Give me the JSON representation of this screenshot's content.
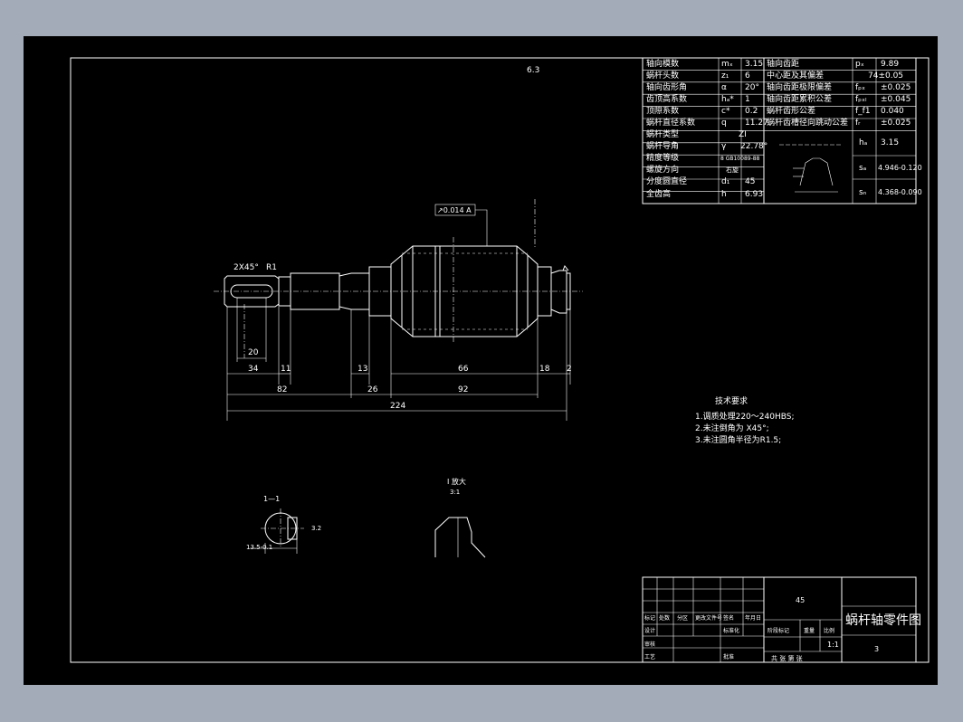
{
  "drawing": {
    "title": "蜗杆轴零件图",
    "material": "45",
    "scale": "1:1",
    "sheet_number": "3",
    "sheets": "共 张    第 张",
    "tech_req_title": "技术要求",
    "tech_req": [
      "1.调质处理220～240HBS;",
      "2.未注倒角为 X45°;",
      "3.未注圆角半径为R1.5;"
    ]
  },
  "param_table": {
    "left": [
      {
        "label": "轴向模数",
        "sym": "mₓ",
        "value": "3.15"
      },
      {
        "label": "蜗杆头数",
        "sym": "z₁",
        "value": "6"
      },
      {
        "label": "轴向齿形角",
        "sym": "α",
        "value": "20°"
      },
      {
        "label": "齿顶高系数",
        "sym": "hₐ*",
        "value": "1"
      },
      {
        "label": "顶隙系数",
        "sym": "c*",
        "value": "0.2"
      },
      {
        "label": "蜗杆直径系数",
        "sym": "q",
        "value": "11.27"
      },
      {
        "label": "蜗杆类型",
        "sym": "",
        "value": "ZI"
      },
      {
        "label": "蜗杆导角",
        "sym": "γ",
        "value": "22.78°"
      },
      {
        "label": "精度等级",
        "sym": "",
        "value": "8 GB10089-88"
      },
      {
        "label": "螺旋方向",
        "sym": "",
        "value": "右旋"
      },
      {
        "label": "分度圆直径",
        "sym": "d₁",
        "value": "45"
      },
      {
        "label": "全齿高",
        "sym": "h",
        "value": "6.93"
      }
    ],
    "right": [
      {
        "label": "轴向齿距",
        "sym": "pₓ",
        "value": "9.89"
      },
      {
        "label": "中心距及其偏差",
        "sym": "",
        "value": "74±0.05"
      },
      {
        "label": "轴向齿距极限偏差",
        "sym": "fₚₓ",
        "value": "±0.025"
      },
      {
        "label": "轴向齿距累积公差",
        "sym": "fₚₓₗ",
        "value": "±0.045"
      },
      {
        "label": "蜗杆齿形公差",
        "sym": "f_f1",
        "value": "0.040"
      },
      {
        "label": "蜗杆齿槽径向跳动公差",
        "sym": "fᵣ",
        "value": "±0.025"
      }
    ],
    "lower": [
      {
        "sym": "hₐ",
        "value": "3.15"
      },
      {
        "sym": "sₐ",
        "value": "4.946-0.120"
      },
      {
        "sym": "sₙ",
        "value": "4.368-0.090"
      }
    ]
  },
  "dims": {
    "d34": "34",
    "d11": "11",
    "d13": "13",
    "d66": "66",
    "d18": "18",
    "d2": "2",
    "d82": "82",
    "d26": "26",
    "d92": "92",
    "d224": "224",
    "d20": "20",
    "tol": "↗0.014 A",
    "chamfer": "2X45°",
    "r1": "R1",
    "section": "1—1",
    "detail": "I 放大",
    "detail_scale": "3:1",
    "sec_w": "13.5-0.1",
    "ra": "3.2",
    "rough_all": "6.3"
  },
  "title_block": {
    "labels": [
      "标记",
      "处数",
      "分区",
      "更改文件号",
      "签名",
      "年月日",
      "设计",
      "标准化",
      "阶段标记",
      "重量",
      "比例",
      "审核",
      "工艺",
      "批准"
    ]
  }
}
